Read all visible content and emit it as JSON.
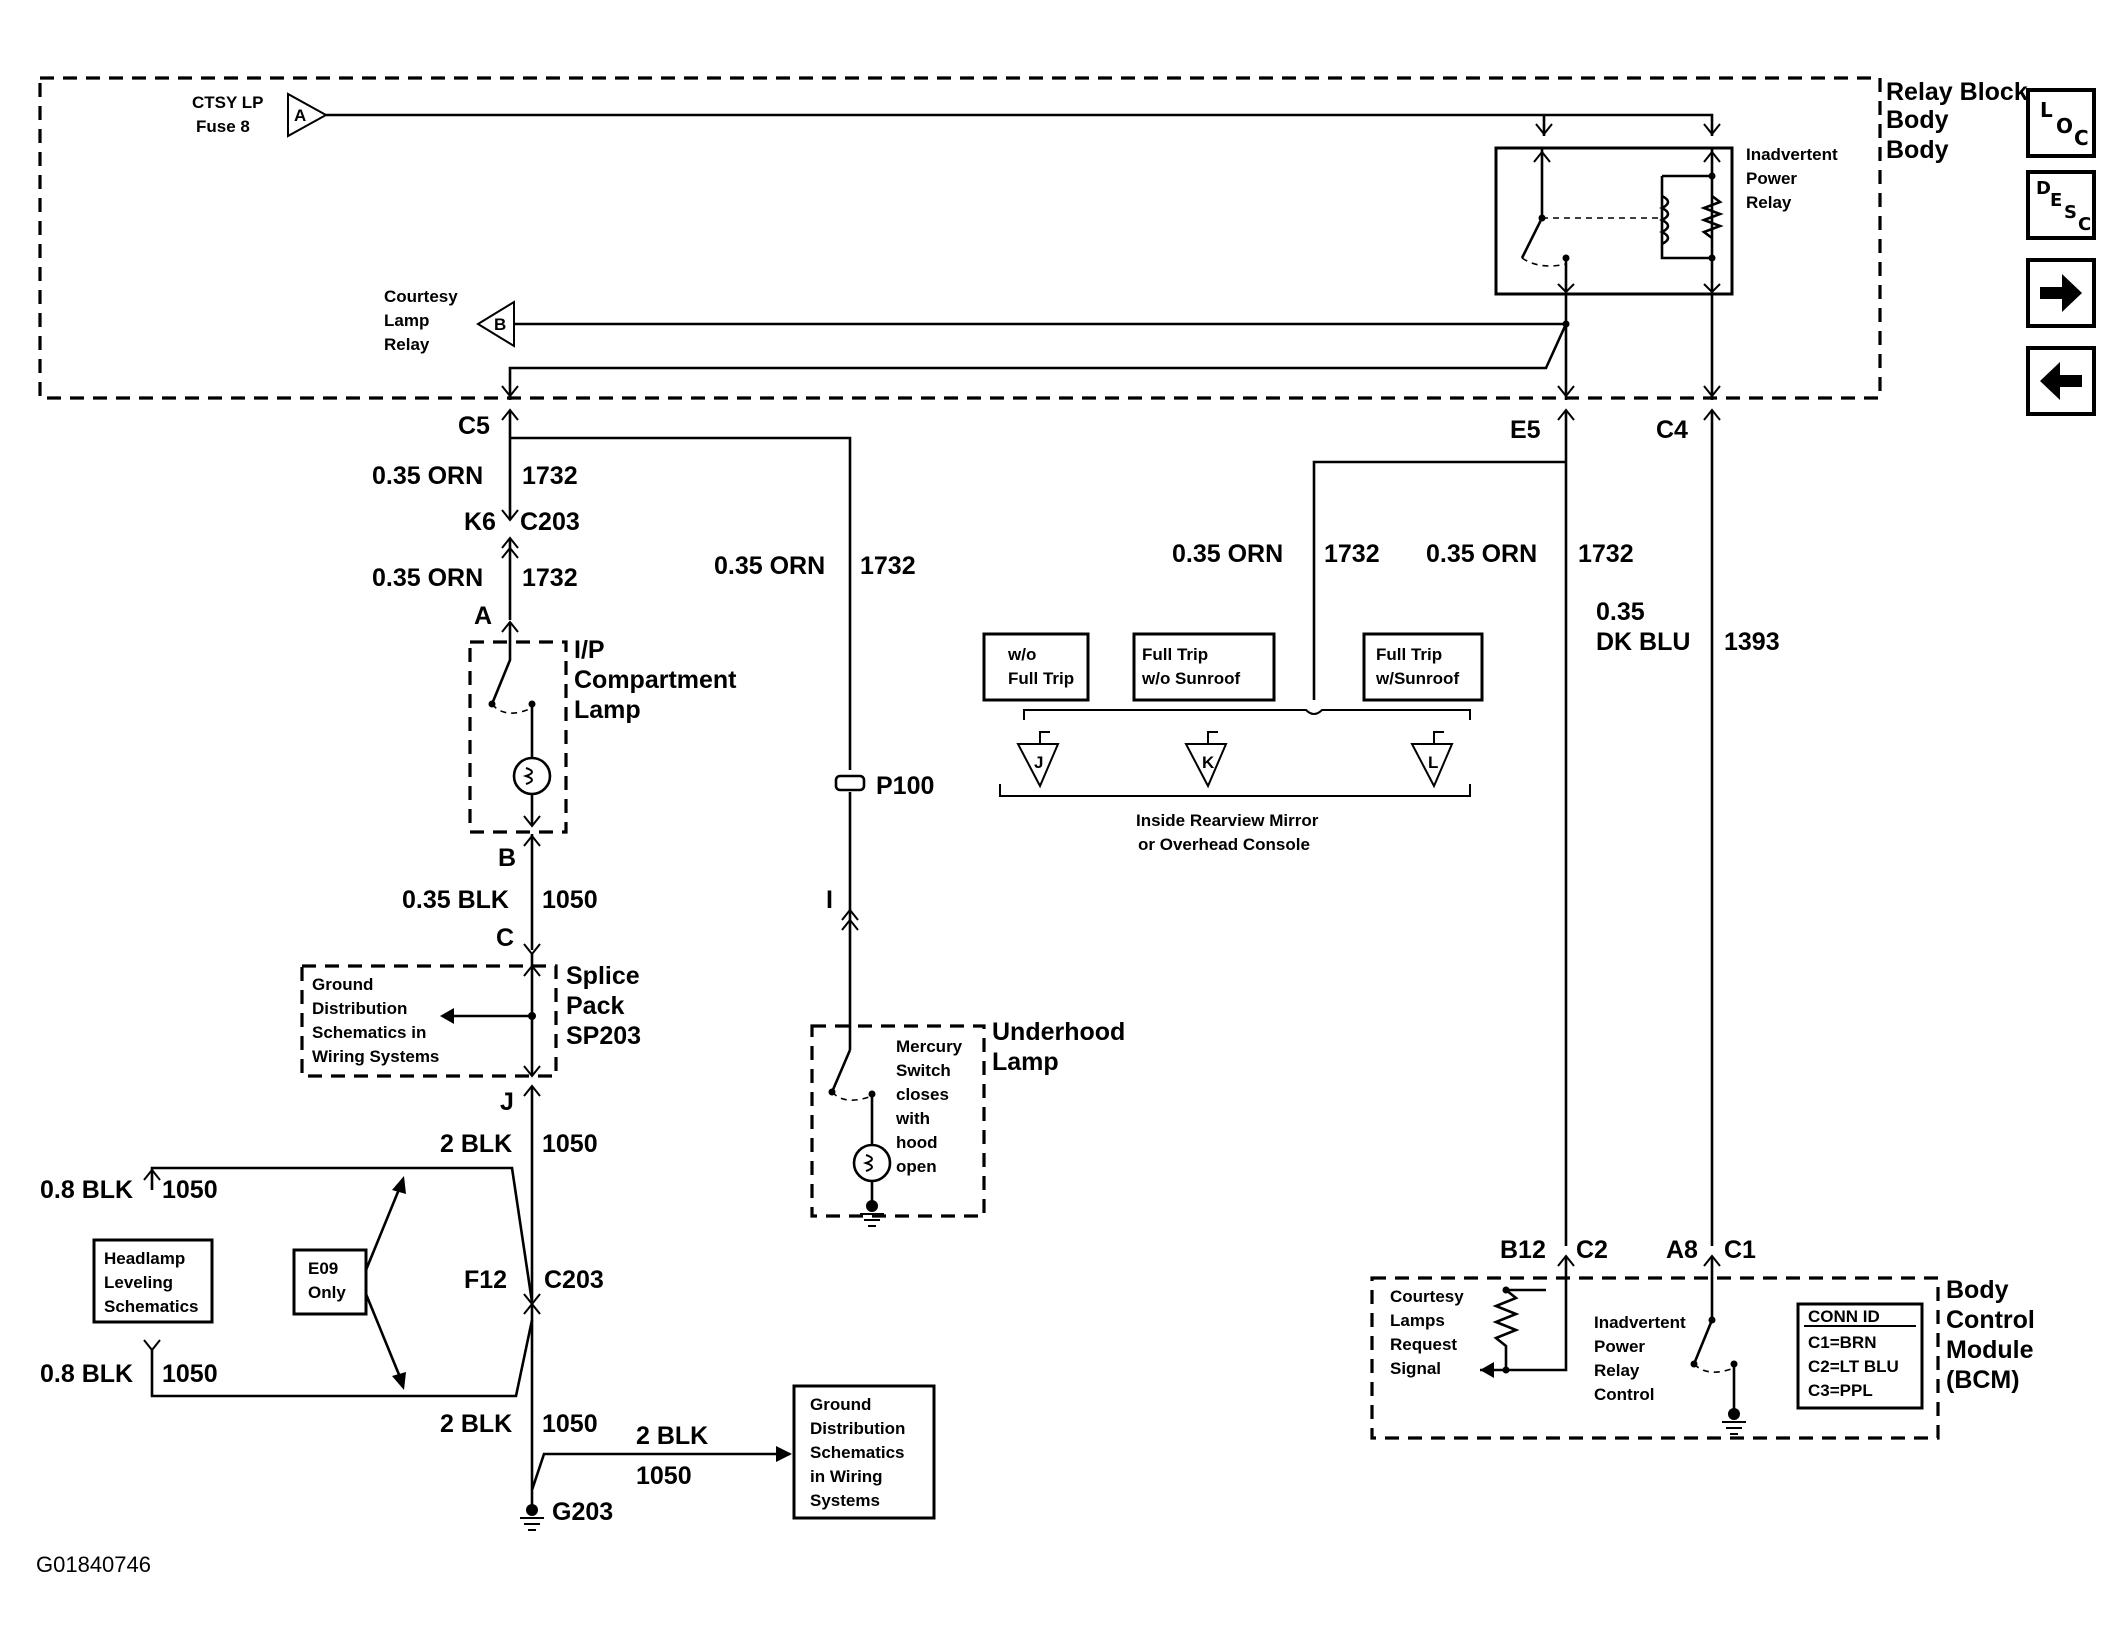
{
  "relay_block": {
    "title": "Relay Block -",
    "title2": "Body"
  },
  "ctsy_fuse": {
    "line1": "CTSY LP",
    "line2": "Fuse 8",
    "pin": "A"
  },
  "inadvertent_relay": {
    "line1": "Inadvertent",
    "line2": "Power",
    "line3": "Relay"
  },
  "courtesy_relay": {
    "line1": "Courtesy",
    "line2": "Lamp",
    "line3": "Relay",
    "pin": "B"
  },
  "connectors": {
    "c5": "C5",
    "e5": "E5",
    "c4": "C4",
    "k6": "K6",
    "c203a": "C203",
    "pin_a": "A",
    "pin_b": "B",
    "pin_c": "C",
    "pin_j": "J",
    "f12": "F12",
    "c203b": "C203",
    "p100": "P100",
    "pin_i": "I",
    "b12": "B12",
    "c2": "C2",
    "a8": "A8",
    "c1": "C1",
    "g203": "G203"
  },
  "wires": {
    "w1_size": "0.35 ORN",
    "w1_num": "1732",
    "w2_size": "0.35 ORN",
    "w2_num": "1732",
    "w3_size": "0.35 ORN",
    "w3_num": "1732",
    "w4_size": "0.35 ORN",
    "w4_num": "1732",
    "w5_size": "0.35 ORN",
    "w5_num": "1732",
    "w6_size1": "0.35",
    "w6_size2": "DK BLU",
    "w6_num": "1393",
    "w7_size": "0.35 BLK",
    "w7_num": "1050",
    "w8_size": "2 BLK",
    "w8_num": "1050",
    "w9_size": "0.8 BLK",
    "w9_num": "1050",
    "w10_size": "0.8 BLK",
    "w10_num": "1050",
    "w11_size": "2 BLK",
    "w11_num": "1050",
    "w12_size": "2 BLK",
    "w12_num": "1050"
  },
  "ip_lamp": {
    "line1": "I/P",
    "line2": "Compartment",
    "line3": "Lamp"
  },
  "splice_pack": {
    "line1": "Splice",
    "line2": "Pack",
    "line3": "SP203"
  },
  "ground_dist_1": {
    "line1": "Ground",
    "line2": "Distribution",
    "line3": "Schematics in",
    "line4": "Wiring Systems"
  },
  "ground_dist_2": {
    "line1": "Ground",
    "line2": "Distribution",
    "line3": "Schematics",
    "line4": "in Wiring",
    "line5": "Systems"
  },
  "underhood": {
    "title1": "Underhood",
    "title2": "Lamp",
    "note1": "Mercury",
    "note2": "Switch",
    "note3": "closes",
    "note4": "with",
    "note5": "hood",
    "note6": "open"
  },
  "mirror": {
    "opt1a": "w/o",
    "opt1b": "Full Trip",
    "opt2a": "Full Trip",
    "opt2b": "w/o Sunroof",
    "opt3a": "Full Trip",
    "opt3b": "w/Sunroof",
    "pin_j": "J",
    "pin_k": "K",
    "pin_l": "L",
    "label1": "Inside Rearview Mirror",
    "label2": "or Overhead Console"
  },
  "headlamp": {
    "line1": "Headlamp",
    "line2": "Leveling",
    "line3": "Schematics"
  },
  "e09": {
    "line1": "E09",
    "line2": "Only"
  },
  "bcm": {
    "title1": "Body",
    "title2": "Control",
    "title3": "Module",
    "title4": "(BCM)",
    "courtesy1": "Courtesy",
    "courtesy2": "Lamps",
    "courtesy3": "Request",
    "courtesy4": "Signal",
    "inadv1": "Inadvertent",
    "inadv2": "Power",
    "inadv3": "Relay",
    "inadv4": "Control",
    "conn_title": "CONN ID",
    "conn1": "C1=BRN",
    "conn2": "C2=LT BLU",
    "conn3": "C3=PPL"
  },
  "figure_id": "G01840746",
  "nav": {
    "loc_l": "L",
    "loc_o": "O",
    "loc_c": "C",
    "desc_d": "D",
    "desc_e": "E",
    "desc_s": "S",
    "desc_c": "C",
    "next_icon": "arrow-right-icon",
    "prev_icon": "arrow-left-icon"
  }
}
